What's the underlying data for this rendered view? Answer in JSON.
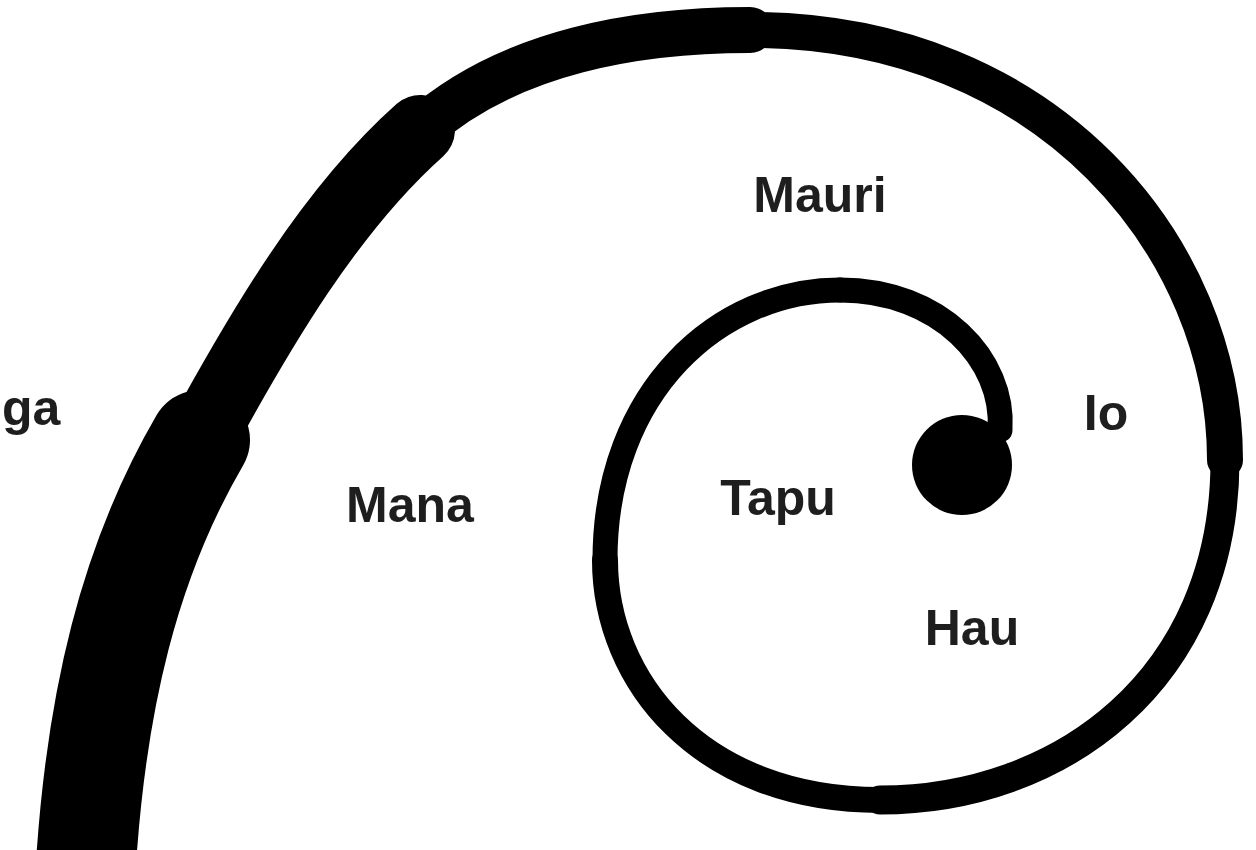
{
  "diagram": {
    "labels": [
      "ga",
      "Mauri",
      "Io",
      "Mana",
      "Tapu",
      "Hau"
    ]
  }
}
